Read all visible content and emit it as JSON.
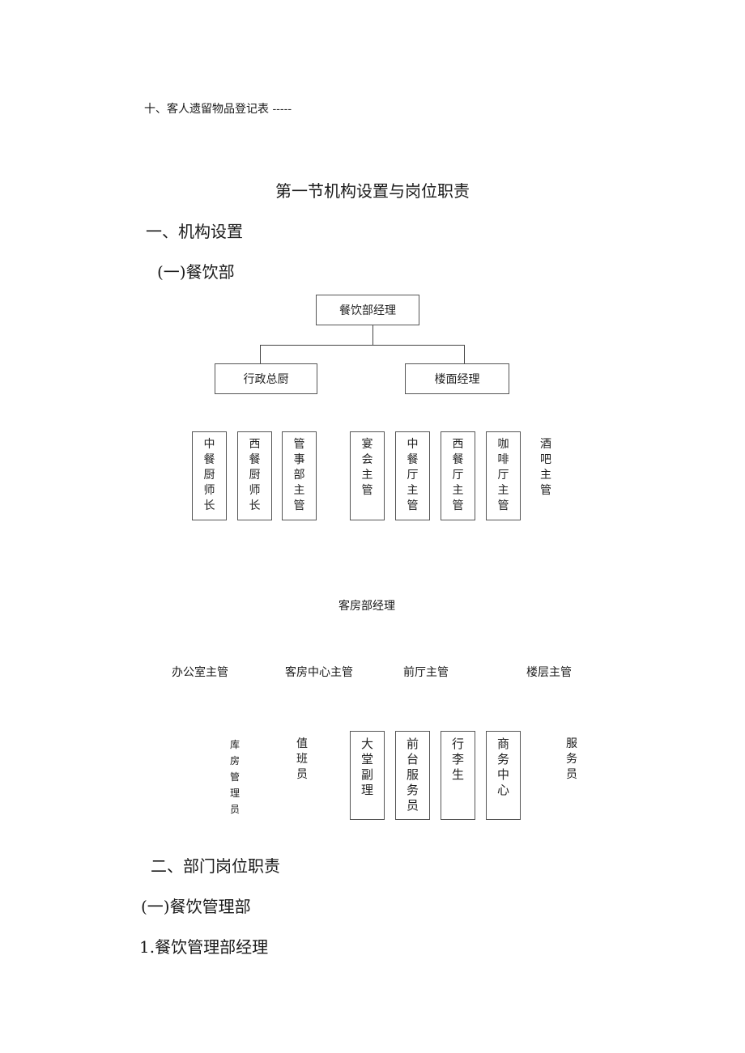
{
  "toc_line": "十、客人遗留物品登记表 -----",
  "section_title": "第一节机构设置与岗位职责",
  "heading1": "一、机构设置",
  "subheading1": "(一)餐饮部",
  "fb_chart": {
    "root": "餐饮部经理",
    "level2": [
      "行政总厨",
      "楼面经理"
    ],
    "leaves": [
      "中餐厨师长",
      "西餐厨师长",
      "管事部主管",
      "宴会主管",
      "中餐厅主管",
      "西餐厅主管",
      "咖啡厅主管"
    ],
    "extra_leaf": "酒吧主管"
  },
  "hk_chart": {
    "root": "客房部经理",
    "level2": [
      "办公室主管",
      "客房中心主管",
      "前厅主管",
      "楼层主管"
    ],
    "plain_leaves": [
      "库房管理员",
      "值班员"
    ],
    "boxed_leaves": [
      "大堂副理",
      "前台服务员",
      "行李生",
      "商务中心"
    ],
    "extra_leaf": "服务员"
  },
  "heading2": "二、部门岗位职责",
  "subheading2": "(一)餐饮管理部",
  "item1": "1.餐饮管理部经理"
}
